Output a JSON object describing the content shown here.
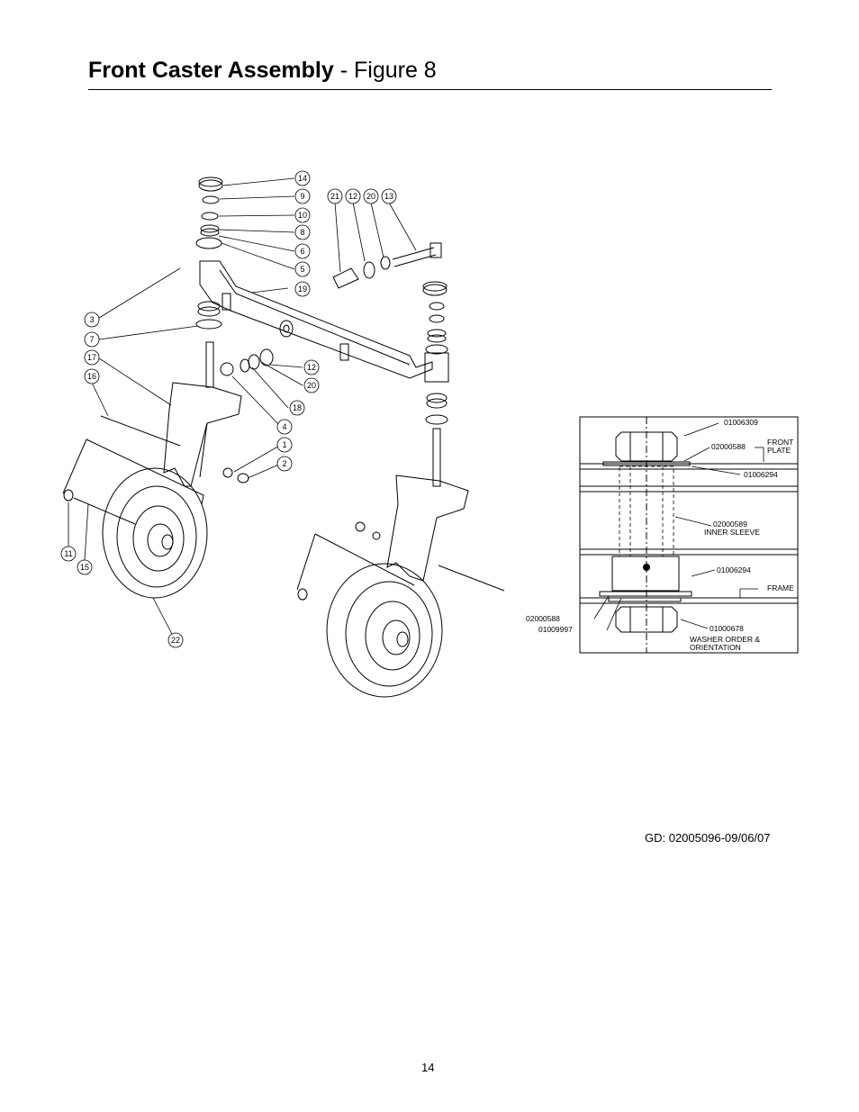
{
  "header": {
    "title_bold": "Front Caster Assembly",
    "title_rest": " - Figure 8"
  },
  "callouts": [
    "14",
    "9",
    "10",
    "8",
    "6",
    "5",
    "3",
    "19",
    "7",
    "17",
    "16",
    "4",
    "18",
    "20",
    "12",
    "1",
    "2",
    "11",
    "15",
    "22",
    "21",
    "12",
    "20",
    "13"
  ],
  "detail": {
    "labels": {
      "l1": "01006309",
      "l2": "02000588",
      "l3a": "FRONT",
      "l3b": "PLATE",
      "l4": "01006294",
      "l5a": "02000589",
      "l5b": "INNER SLEEVE",
      "l6": "01006294",
      "l7": "FRAME",
      "l8": "02000588",
      "l9": "01009997",
      "l10": "01000678",
      "l11a": "WASHER ORDER &",
      "l11b": "ORIENTATION"
    }
  },
  "footer": {
    "code": "GD: 02005096-09/06/07",
    "page_number": "14"
  }
}
